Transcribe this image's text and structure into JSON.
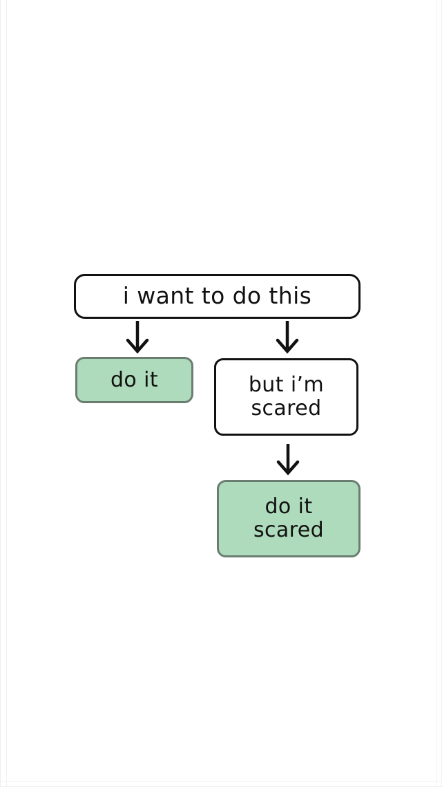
{
  "diagram": {
    "title": "do it scared flowchart",
    "type": "flowchart",
    "background_color": "#ffffff",
    "accent_color": "#aedbbb",
    "nodes": [
      {
        "id": "want",
        "text": "i want to do this",
        "fill": "#ffffff",
        "border_color": "#111111",
        "style": "plain"
      },
      {
        "id": "do_it",
        "text": "do it",
        "fill": "#aedbbb",
        "border_color": "#6b7d70",
        "style": "highlighted"
      },
      {
        "id": "but_scared",
        "text": "but i’m\nscared",
        "fill": "#ffffff",
        "border_color": "#111111",
        "style": "plain"
      },
      {
        "id": "do_it_scared",
        "text": "do it\nscared",
        "fill": "#aedbbb",
        "border_color": "#6b7d70",
        "style": "highlighted"
      }
    ],
    "edges": [
      {
        "id": "want_to_do_it",
        "from": "want",
        "to": "do_it",
        "direction": "down"
      },
      {
        "id": "want_to_but_scared",
        "from": "want",
        "to": "but_scared",
        "direction": "down"
      },
      {
        "id": "but_scared_to_do_it_scared",
        "from": "but_scared",
        "to": "do_it_scared",
        "direction": "down"
      }
    ]
  }
}
